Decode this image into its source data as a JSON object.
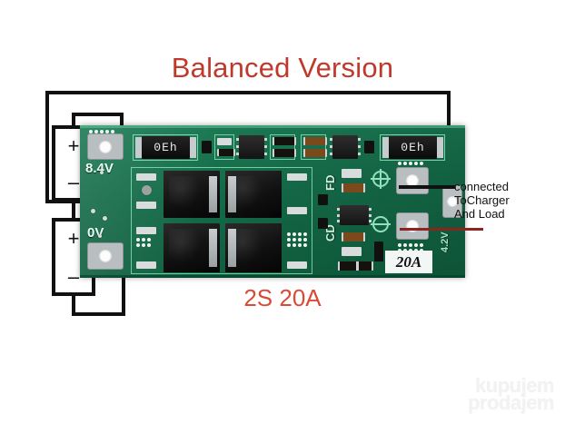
{
  "image": {
    "title": "Balanced Version",
    "subtitle": "2S 20A",
    "background_color": "#ffffff",
    "title_color": "#c0392b",
    "pcb_color": "#156b49"
  },
  "battery": {
    "cell_top": {
      "plus": "+",
      "minus": "–"
    },
    "cell_bottom": {
      "plus": "+",
      "minus": "–"
    }
  },
  "pcb": {
    "pad_labels": {
      "b_plus": "8.4V",
      "b_mid": "0V",
      "current_rating": "20A",
      "cell_voltage": "4.2V"
    },
    "silkscreen": {
      "fd": "FD",
      "cd": "CD",
      "chip_left": "0Eh",
      "chip_right": "0Eh"
    }
  },
  "annotations": {
    "charger": {
      "line1": "connected",
      "line2": "ToCharger",
      "line3": "And Load"
    }
  },
  "watermark": {
    "line1": "kupujem",
    "line2": "prodajem"
  }
}
